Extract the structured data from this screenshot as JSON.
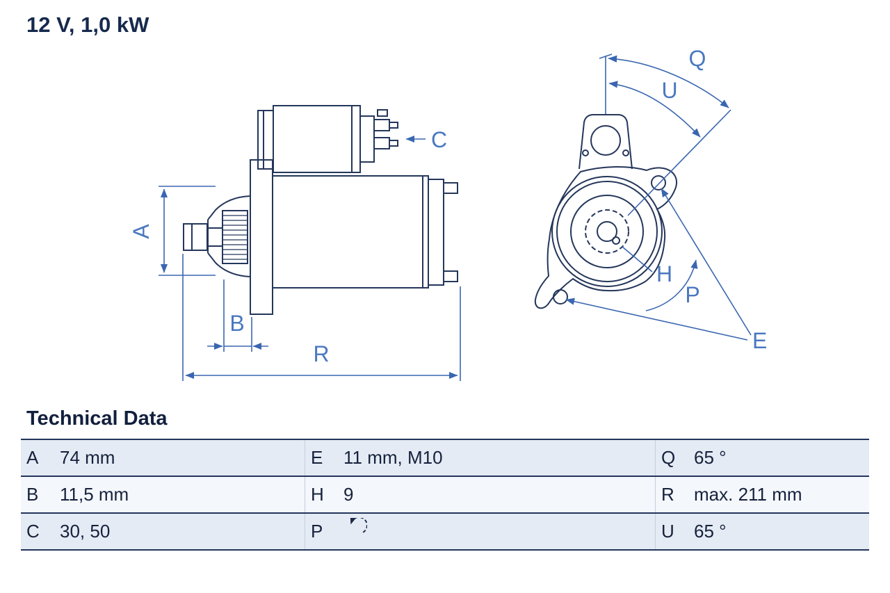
{
  "title": "12 V, 1,0 kW",
  "drawing": {
    "labels": {
      "A": "A",
      "B": "B",
      "C": "C",
      "R": "R",
      "Q": "Q",
      "U": "U",
      "H": "H",
      "P": "P",
      "E": "E"
    }
  },
  "colors": {
    "drawing_line": "#24365a",
    "dimension_blue": "#3a66b0",
    "label_blue": "#4a78c0",
    "table_border": "#22345a",
    "row_shaded": "#e4ebf4",
    "row_light": "#f4f7fb",
    "text": "#16213c"
  },
  "table": {
    "heading": "Technical Data",
    "rows": [
      {
        "cells": [
          {
            "key": "A",
            "value": "74 mm"
          },
          {
            "key": "E",
            "value": "11 mm, M10"
          },
          {
            "key": "Q",
            "value": "65 °"
          }
        ]
      },
      {
        "cells": [
          {
            "key": "B",
            "value": "11,5 mm"
          },
          {
            "key": "H",
            "value": "9"
          },
          {
            "key": "R",
            "value": "max. 211 mm"
          }
        ]
      },
      {
        "cells": [
          {
            "key": "C",
            "value": "30, 50"
          },
          {
            "key": "P",
            "value": "",
            "icon": "rotation-ccw-icon"
          },
          {
            "key": "U",
            "value": "65 °"
          }
        ]
      }
    ]
  }
}
